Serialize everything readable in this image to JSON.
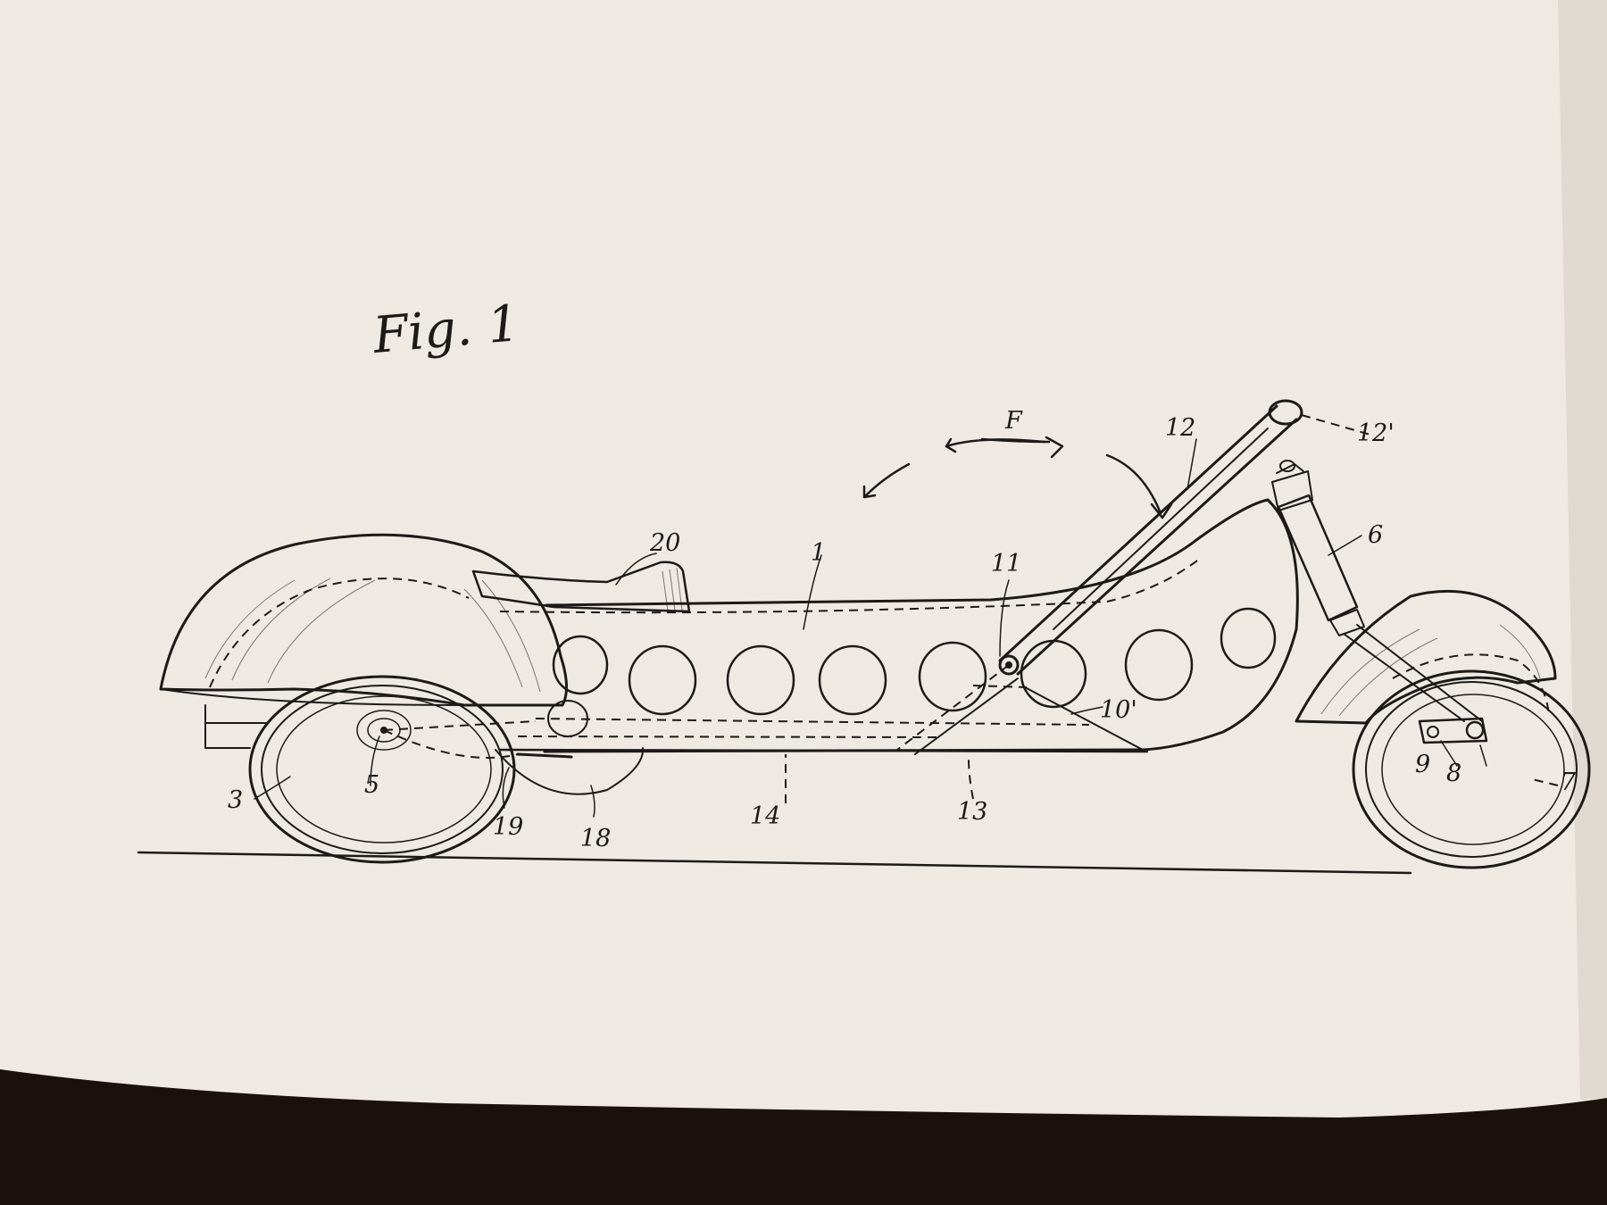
{
  "figure": {
    "title": "Fig. 1",
    "rotation_arrow_label": "F"
  },
  "labels": [
    {
      "id": "1",
      "text": "1"
    },
    {
      "id": "3",
      "text": "3"
    },
    {
      "id": "5",
      "text": "5"
    },
    {
      "id": "6",
      "text": "6"
    },
    {
      "id": "7",
      "text": "7"
    },
    {
      "id": "8",
      "text": "8"
    },
    {
      "id": "9",
      "text": "9"
    },
    {
      "id": "10p",
      "text": "10'"
    },
    {
      "id": "11",
      "text": "11"
    },
    {
      "id": "12",
      "text": "12"
    },
    {
      "id": "12p",
      "text": "12'"
    },
    {
      "id": "13",
      "text": "13"
    },
    {
      "id": "14",
      "text": "14"
    },
    {
      "id": "18",
      "text": "18"
    },
    {
      "id": "19",
      "text": "19"
    },
    {
      "id": "20",
      "text": "20"
    }
  ],
  "colors": {
    "paper": "#efe9e3",
    "ink": "#1b1a18",
    "background": "#1a100c"
  }
}
